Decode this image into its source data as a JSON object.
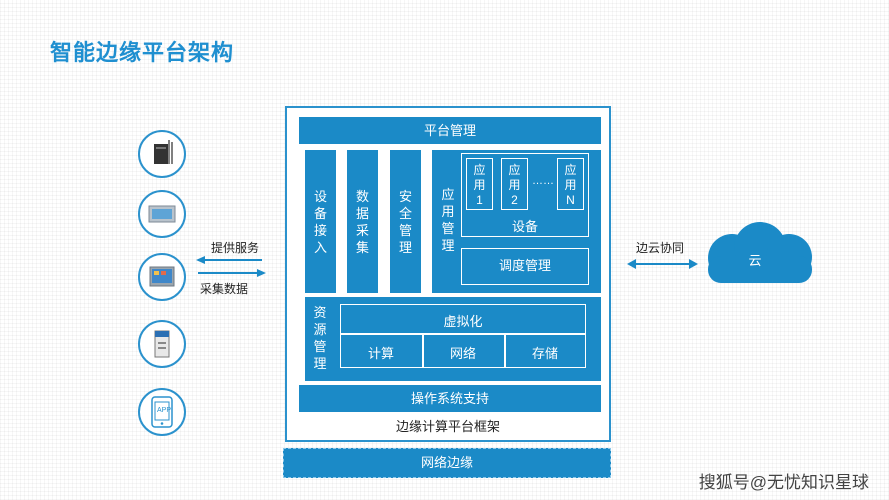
{
  "title": "智能边缘平台架构",
  "platform_management": "平台管理",
  "columns": {
    "device_access": [
      "设",
      "备",
      "接",
      "入"
    ],
    "data_collection": [
      "数",
      "据",
      "采",
      "集"
    ],
    "security": [
      "安",
      "全",
      "管",
      "理"
    ],
    "app_management": [
      "应",
      "用",
      "管",
      "理"
    ]
  },
  "apps": [
    {
      "line1": "应",
      "line2": "用",
      "line3": "1"
    },
    {
      "line1": "应",
      "line2": "用",
      "line3": "2"
    },
    {
      "line1": "应",
      "line2": "用",
      "line3": "N"
    }
  ],
  "ellipsis": "……",
  "device_label": "设备",
  "scheduling": "调度管理",
  "resource_management": [
    "资",
    "源",
    "管",
    "理"
  ],
  "virtualization": "虚拟化",
  "resources": [
    "计算",
    "网络",
    "存储"
  ],
  "os_support": "操作系统支持",
  "framework_caption": "边缘计算平台框架",
  "network_edge": "网络边缘",
  "left_arrows": {
    "top": "提供服务",
    "bottom": "采集数据"
  },
  "right_arrow": "边云协同",
  "cloud": "云",
  "device_icons": [
    "gateway-icon",
    "panel-display-icon",
    "touch-screen-icon",
    "controller-icon",
    "mobile-app-icon"
  ],
  "app_icon_text": "APP",
  "watermark": "搜狐号@无忧知识星球",
  "colors": {
    "accent": "#1b8ac7",
    "title": "#1f8fd0"
  }
}
